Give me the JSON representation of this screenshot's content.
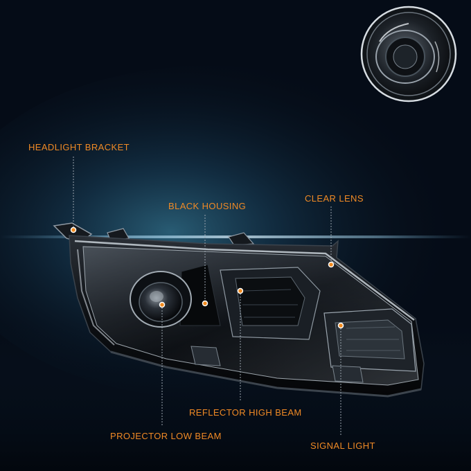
{
  "product": {
    "callouts": {
      "headlight_bracket": "HEADLIGHT BRACKET",
      "black_housing": "BLACK HOUSING",
      "clear_lens": "CLEAR LENS",
      "reflector_high_beam": "REFLECTOR HIGH BEAM",
      "projector_low_beam": "PROJECTOR LOW BEAM",
      "signal_light": "SIGNAL LIGHT"
    }
  },
  "colors": {
    "background_top": "#050c17",
    "background_glow": "#2d5f7a",
    "callout_text": "#f08a25",
    "marker_dot": "#f28a1e",
    "leader_line": "#9aa4ae",
    "housing": "#0b0d10",
    "chrome": "#c9d1d8"
  }
}
